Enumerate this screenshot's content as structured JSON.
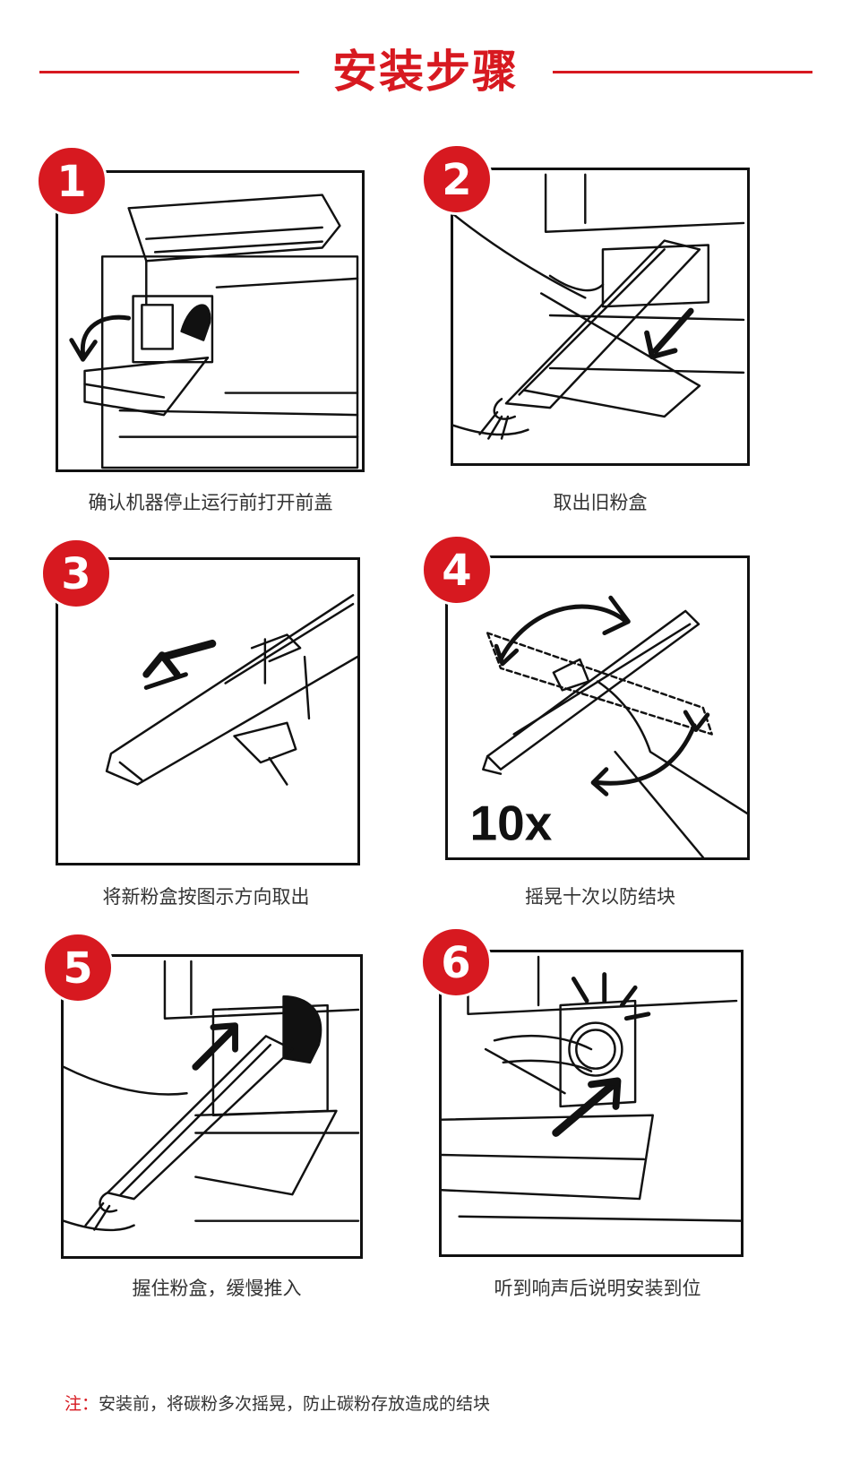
{
  "title": "安装步骤",
  "colors": {
    "accent": "#d71920",
    "text": "#333333",
    "line_art": "#111111"
  },
  "steps": [
    {
      "number": "1",
      "caption": "确认机器停止运行前打开前盖",
      "illustration": "open-front-cover"
    },
    {
      "number": "2",
      "caption": "取出旧粉盒",
      "illustration": "remove-old-cartridge"
    },
    {
      "number": "3",
      "caption": "将新粉盒按图示方向取出",
      "illustration": "unpack-new-cartridge"
    },
    {
      "number": "4",
      "caption": "摇晃十次以防结块",
      "illustration": "shake-cartridge",
      "shake_label": "10x"
    },
    {
      "number": "5",
      "caption": "握住粉盒，缓慢推入",
      "illustration": "insert-cartridge"
    },
    {
      "number": "6",
      "caption": "听到响声后说明安装到位",
      "illustration": "click-into-place"
    }
  ],
  "note": {
    "label": "注：",
    "text": "安装前，将碳粉多次摇晃，防止碳粉存放造成的结块"
  }
}
